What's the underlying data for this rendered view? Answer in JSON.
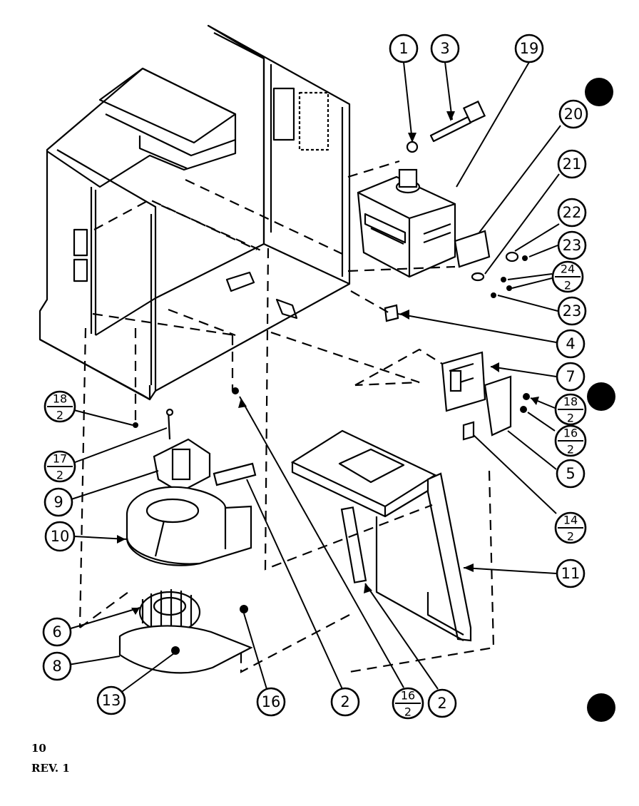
{
  "callouts": {
    "c1": "1",
    "c3": "3",
    "c19": "19",
    "c20": "20",
    "c21": "21",
    "c22": "22",
    "c23a": "23",
    "c24": {
      "num": "24",
      "den": "2"
    },
    "c23b": "23",
    "c4": "4",
    "c7": "7",
    "c18a": {
      "num": "18",
      "den": "2"
    },
    "c16a": {
      "num": "16",
      "den": "2"
    },
    "c5": "5",
    "c14": {
      "num": "14",
      "den": "2"
    },
    "c11": "11",
    "c18b": {
      "num": "18",
      "den": "2"
    },
    "c17": {
      "num": "17",
      "den": "2"
    },
    "c9": "9",
    "c10": "10",
    "c6": "6",
    "c8": "8",
    "c13": "13",
    "c16b": "16",
    "c2a": "2",
    "c16c": {
      "num": "16",
      "den": "2"
    },
    "c2b": "2"
  },
  "footer": {
    "page_number": "10",
    "revision": "REV. 1"
  }
}
